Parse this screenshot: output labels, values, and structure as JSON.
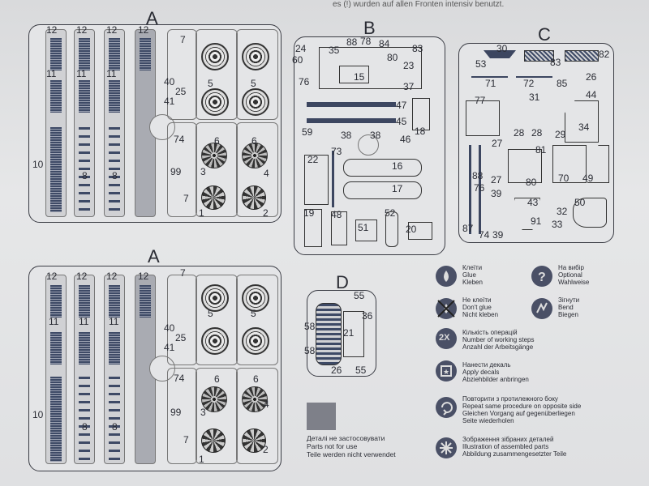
{
  "header": {
    "note": "es (!) wurden auf allen Fronten intensiv benutzt."
  },
  "sprues": {
    "a_top": {
      "title": "A",
      "track_labels": [
        "12",
        "12",
        "12",
        "12",
        "11",
        "11",
        "11",
        "10",
        "8",
        "8"
      ],
      "part_labels": [
        "7",
        "40",
        "25",
        "41",
        "5",
        "5",
        "74",
        "6",
        "6",
        "99",
        "3",
        "4",
        "7",
        "1",
        "2"
      ]
    },
    "b": {
      "title": "B",
      "part_labels": [
        "24",
        "60",
        "35",
        "88",
        "78",
        "84",
        "83",
        "80",
        "23",
        "76",
        "15",
        "37",
        "47",
        "45",
        "59",
        "38",
        "38",
        "18",
        "46",
        "22",
        "73",
        "16",
        "17",
        "19",
        "48",
        "51",
        "52",
        "20"
      ]
    },
    "c": {
      "title": "C",
      "part_labels": [
        "30",
        "53",
        "83",
        "82",
        "71",
        "72",
        "85",
        "26",
        "77",
        "31",
        "44",
        "28",
        "28",
        "29",
        "34",
        "88",
        "27",
        "81",
        "70",
        "49",
        "76",
        "27",
        "80",
        "39",
        "43",
        "32",
        "50",
        "87",
        "74",
        "91",
        "33",
        "39"
      ]
    },
    "a_bottom": {
      "title": "A",
      "track_labels": [
        "12",
        "12",
        "12",
        "12",
        "11",
        "11",
        "11",
        "10",
        "8",
        "8"
      ],
      "part_labels": [
        "7",
        "40",
        "25",
        "41",
        "5",
        "5",
        "74",
        "6",
        "6",
        "99",
        "3",
        "4",
        "7",
        "1",
        "2"
      ]
    },
    "d": {
      "title": "D",
      "part_labels": [
        "55",
        "36",
        "58",
        "21",
        "58",
        "26",
        "55"
      ]
    }
  },
  "legend": [
    {
      "icon": "glue-icon",
      "lines": [
        "Клеїти",
        "Glue",
        "Kleben"
      ]
    },
    {
      "icon": "optional-icon",
      "lines": [
        "На вибір",
        "Optional",
        "Wahlweise"
      ]
    },
    {
      "icon": "no-glue-icon",
      "lines": [
        "Не клеїти",
        "Don't glue",
        "Nicht kleben"
      ]
    },
    {
      "icon": "bend-icon",
      "lines": [
        "Зігнути",
        "Bend",
        "Biegen"
      ]
    },
    {
      "icon": "steps-icon",
      "badge": "2X",
      "lines": [
        "Кількість операцій",
        "Number of working steps",
        "Anzahl der Arbeitsgänge"
      ]
    },
    {
      "icon": "decals-icon",
      "lines": [
        "Нанести декаль",
        "Apply decals",
        "Abziehbilder anbringen"
      ]
    },
    {
      "icon": "repeat-icon",
      "lines": [
        "Повторити з протилежного боку",
        "Repeat same procedure on opposite side",
        "Gleichen Vorgang auf gegenüberliegen",
        "Seite wiederholen"
      ]
    },
    {
      "icon": "assembled-icon",
      "lines": [
        "Зображення зібраних деталей",
        "Illustration of assembled parts",
        "Abbildung zusammengesetzter Teile"
      ]
    }
  ],
  "not_for_use": {
    "lines": [
      "Деталі не застосовувати",
      "Parts not for use",
      "Teile werden nicht verwendet"
    ]
  },
  "colors": {
    "paper": "#e4e5e7",
    "ink": "#2a2c34",
    "track": "#3e4a66",
    "unused": "#7e8089"
  }
}
